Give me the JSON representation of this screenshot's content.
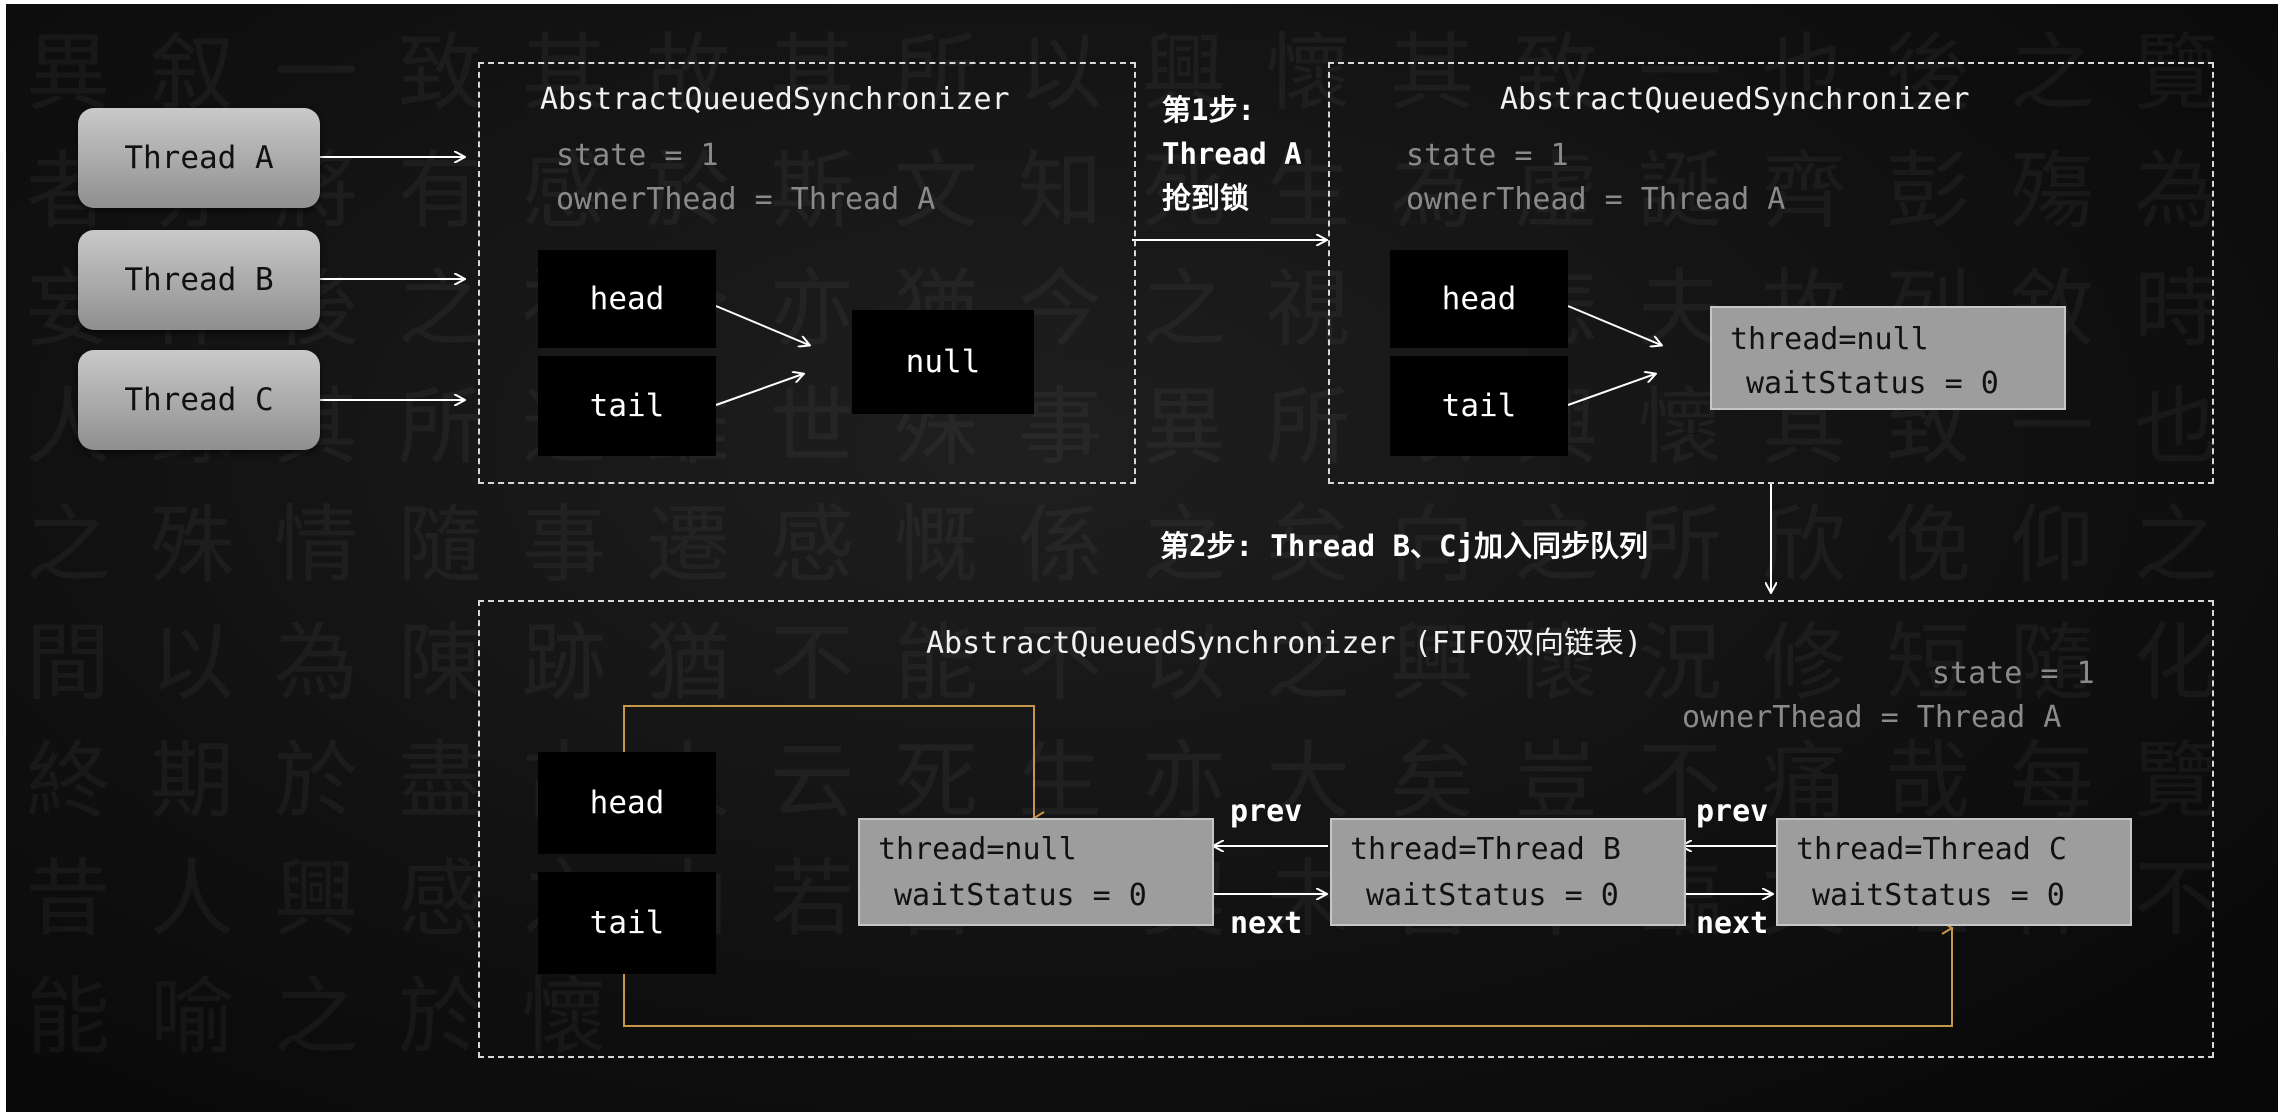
{
  "threads": [
    "Thread A",
    "Thread B",
    "Thread C"
  ],
  "panel1": {
    "title": "AbstractQueuedSynchronizer",
    "state": "state = 1",
    "owner": "ownerThead = Thread A",
    "head": "head",
    "tail": "tail",
    "null_label": "null"
  },
  "step1": {
    "line1": "第1步:",
    "line2": "Thread A",
    "line3": "抢到锁"
  },
  "panel2": {
    "title": "AbstractQueuedSynchronizer",
    "state": "state = 1",
    "owner": "ownerThead = Thread A",
    "head": "head",
    "tail": "tail",
    "node": {
      "thread": "thread=null",
      "wait": "waitStatus = 0"
    }
  },
  "step2": "第2步: Thread B、Cj加入同步队列",
  "panel3": {
    "title": "AbstractQueuedSynchronizer (FIFO双向链表)",
    "state": "state = 1",
    "owner": "ownerThead = Thread A",
    "head": "head",
    "tail": "tail",
    "nodes": [
      {
        "thread": "thread=null",
        "wait": "waitStatus = 0"
      },
      {
        "thread": "thread=Thread B",
        "wait": "waitStatus = 0"
      },
      {
        "thread": "thread=Thread C",
        "wait": "waitStatus = 0"
      }
    ],
    "prev_label": "prev",
    "next_label": "next"
  },
  "colors": {
    "background": "#111111",
    "pointer_line": "#c8964a",
    "node_fill": "#9d9d9d"
  }
}
